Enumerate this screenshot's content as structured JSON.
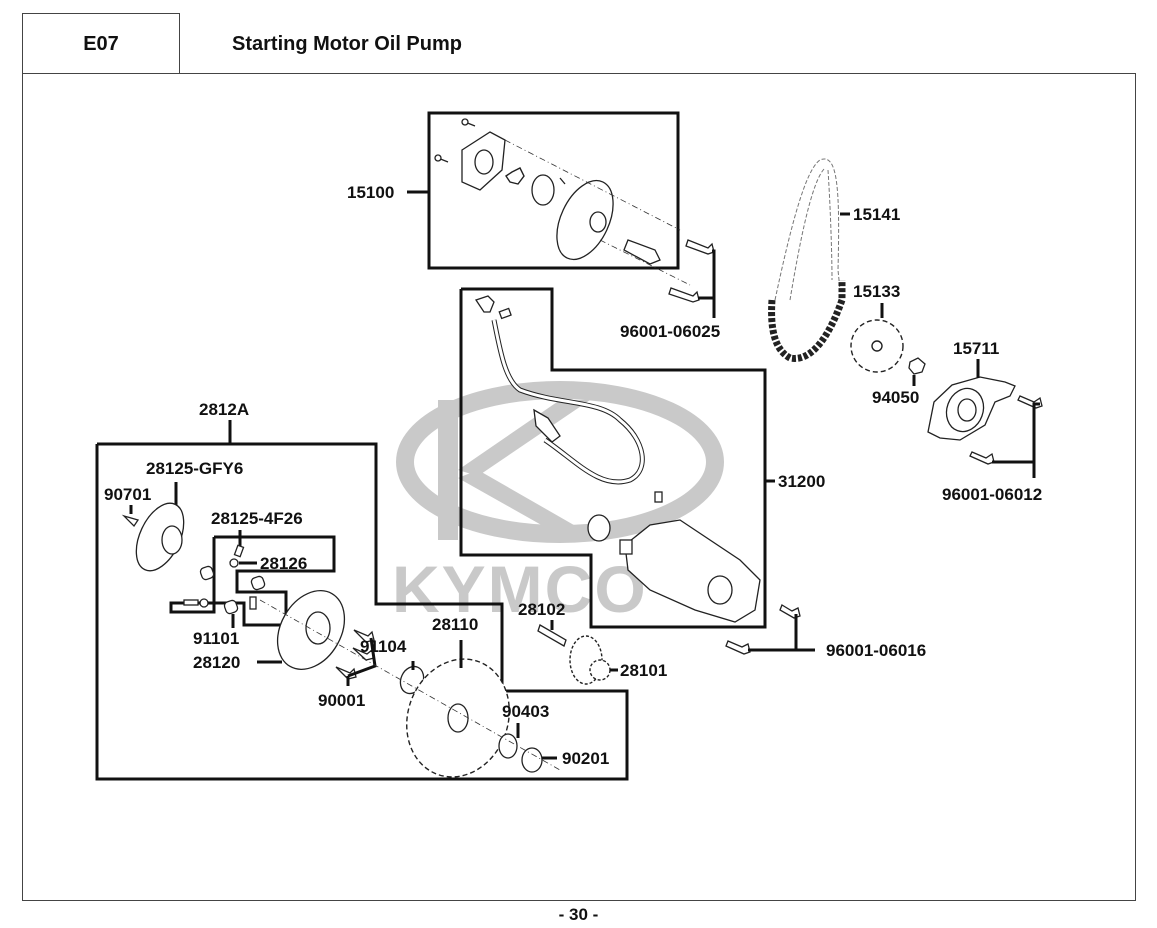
{
  "header": {
    "section_code": "E07",
    "title": "Starting Motor  Oil Pump"
  },
  "footer": {
    "page_number": "- 30 -"
  },
  "watermark": {
    "brand": "KYMCO",
    "color": "#c9c9c9"
  },
  "parts": {
    "oil_pump_assy": "15100",
    "oil_pump_bolt": "96001-06025",
    "drive_chain": "15141",
    "pump_sprocket": "15133",
    "pump_cover": "15711",
    "sprocket_nut": "94050",
    "cover_bolt": "96001-06012",
    "starting_motor_assy": "31200",
    "motor_bolt": "96001-06016",
    "starter_clutch_assy": "2812A",
    "clutch_flange": "28125-GFY6",
    "woodruff_key": "90701",
    "clutch_spring_set": "28125-4F26",
    "clutch_roller": "28126",
    "clutch_pin": "91101",
    "clutch_outer": "28120",
    "clutch_bolt": "90001",
    "needle_bearing": "91104",
    "driven_gear": "28110",
    "idle_shaft": "28102",
    "idle_gear": "28101",
    "washer": "90403",
    "flange_nut": "90201"
  }
}
